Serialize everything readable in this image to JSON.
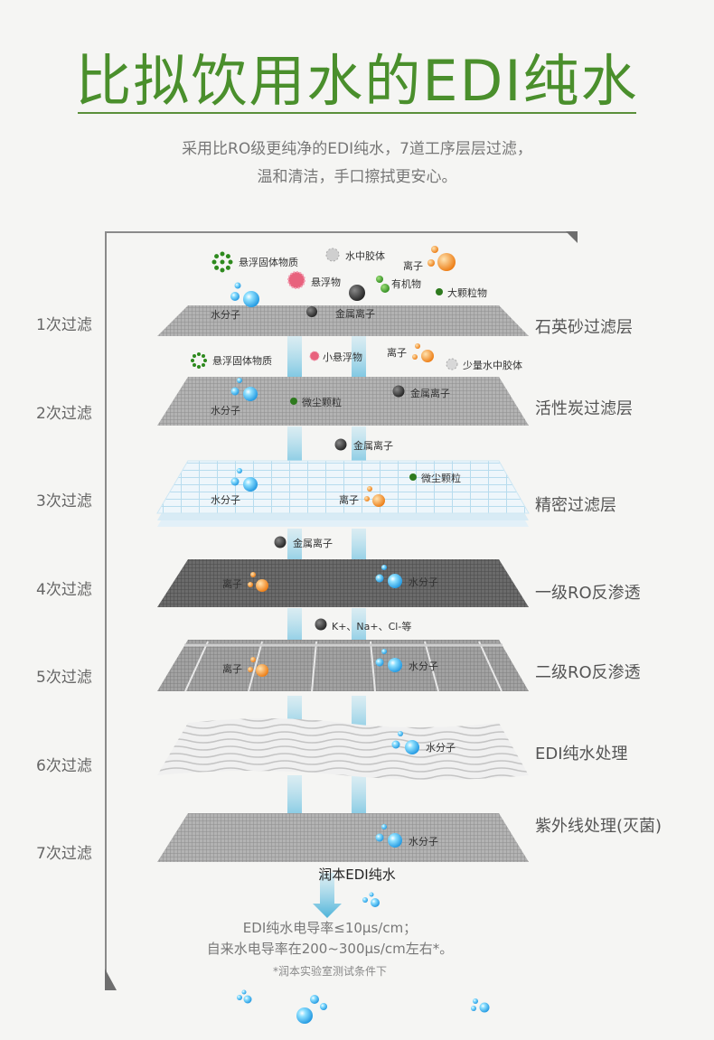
{
  "title": "比拟饮用水的EDI纯水",
  "subtitle_line1": "采用比RO级更纯净的EDI纯水，7道工序层层过滤，",
  "subtitle_line2": "温和清洁，手口擦拭更安心。",
  "stages": [
    "1次过滤",
    "2次过滤",
    "3次过滤",
    "4次过滤",
    "5次过滤",
    "6次过滤",
    "7次过滤"
  ],
  "layers": [
    "石英砂过滤层",
    "活性炭过滤层",
    "精密过滤层",
    "一级RO反渗透",
    "二级RO反渗透",
    "EDI纯水处理",
    "紫外线处理(灭菌)"
  ],
  "particles": {
    "suspended_solids": "悬浮固体物质",
    "colloid": "水中胶体",
    "ion": "离子",
    "suspended": "悬浮物",
    "organic": "有机物",
    "large_particle": "大颗粒物",
    "water_molecule": "水分子",
    "metal_ion": "金属离子",
    "small_suspended": "小悬浮物",
    "trace_colloid": "少量水中胶体",
    "dust": "微尘颗粒",
    "k_na_cl": "K+、Na+、Cl-等"
  },
  "footer": {
    "product": "润本EDI纯水",
    "line1": "EDI纯水电导率≤10μs/cm；",
    "line2": "自来水电导率在200~300μs/cm左右*。",
    "note": "*润本实验室测试条件下"
  },
  "colors": {
    "brand_green": "#4a8f2c",
    "arrow_blue": "#6cc3e0",
    "water_blue": "#2aa8e8",
    "ion_orange": "#f08a1a",
    "organic_green": "#3a9a2a"
  }
}
